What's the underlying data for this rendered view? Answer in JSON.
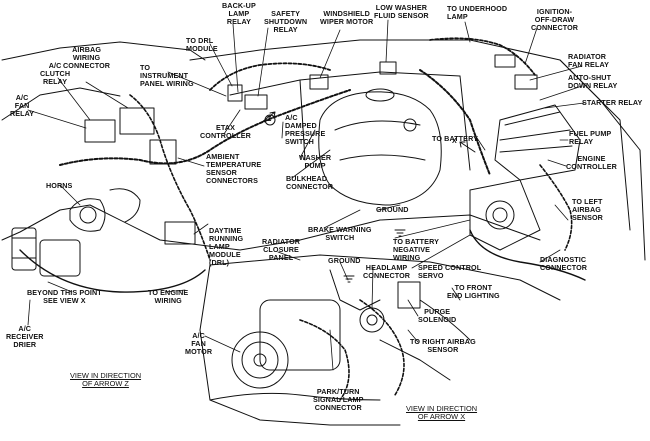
{
  "labels": {
    "backup_lamp_relay": "BACK-UP\nLAMP\nRELAY",
    "safety_shutdown_relay": "SAFETY\nSHUTDOWN\nRELAY",
    "windshield_wiper_motor": "WINDSHIELD\nWIPER MOTOR",
    "low_washer_fluid_sensor": "LOW WASHER\nFLUID SENSOR",
    "to_underhood_lamp": "TO UNDERHOOD\nLAMP",
    "ignition_off_draw_connector": "IGNITION-\nOFF-DRAW\nCONNECTOR",
    "to_drl_module": "TO DRL\nMODULE",
    "airbag_wiring_connector": "AIRBAG\nWIRING\nCONNECTOR",
    "ac_clutch_relay": "A/C\nCLUTCH\nRELAY",
    "to_instrument_panel_wiring": "TO\nINSTRUMENT\nPANEL WIRING",
    "radiator_fan_relay": "RADIATOR\nFAN RELAY",
    "auto_shut_down_relay": "AUTO-SHUT\nDOWN RELAY",
    "ac_fan_relay": "A/C\nFAN\nRELAY",
    "starter_relay": "STARTER RELAY",
    "ac_damped_pressure_switch": "A/C\nDAMPED\nPRESSURE\nSWITCH",
    "etax_controller": "ETAX\nCONTROLLER",
    "to_battery": "TO BATTERY",
    "fuel_pump_relay": "FUEL PUMP\nRELAY",
    "engine_controller": "ENGINE\nCONTROLLER",
    "ambient_temperature_sensor_connectors": "AMBIENT\nTEMPERATURE\nSENSOR\nCONNECTORS",
    "washer_pump": "WASHER\nPUMP",
    "bulkhead_connector": "BULKHEAD\nCONNECTOR",
    "horns": "HORNS",
    "ground_upper": "GROUND",
    "to_left_airbag_sensor": "TO LEFT\nAIRBAG\nSENSOR",
    "brake_warning_switch": "BRAKE WARNING\nSWITCH",
    "daytime_running_lamp_module": "DAYTIME\nRUNNING\nLAMP\nMODULE\n(DRL)",
    "radiator_closure_panel": "RADIATOR\nCLOSURE\nPANEL",
    "to_battery_negative_wiring": "TO BATTERY\nNEGATIVE\nWIRING",
    "diagnostic_connector": "DIAGNOSTIC\nCONNECTOR",
    "ground_lower": "GROUND",
    "headlamp_connector": "HEADLAMP\nCONNECTOR",
    "speed_control_servo": "SPEED CONTROL\nSERVO",
    "to_front_end_lighting": "TO FRONT\nEND LIGHTING",
    "beyond_this_point_see_view_x": "BEYOND THIS POINT\nSEE VIEW X",
    "to_engine_wiring": "TO ENGINE\nWIRING",
    "purge_solenoid": "PURGE\nSOLENOID",
    "ac_receiver_drier": "A/C\nRECEIVER\nDRIER",
    "to_right_airbag_sensor": "TO RIGHT AIRBAG\nSENSOR",
    "ac_fan_motor": "A/C\nFAN\nMOTOR",
    "view_in_direction_arrow_z": "VIEW IN DIRECTION\nOF ARROW Z",
    "park_turn_signal_lamp_connector": "PARK/TURN\nSIGNAL LAMP\nCONNECTOR",
    "view_in_direction_arrow_x": "VIEW IN DIRECTION\nOF ARROW X",
    "arrow_z_marker": "Z",
    "arrow_x_marker": "X"
  }
}
